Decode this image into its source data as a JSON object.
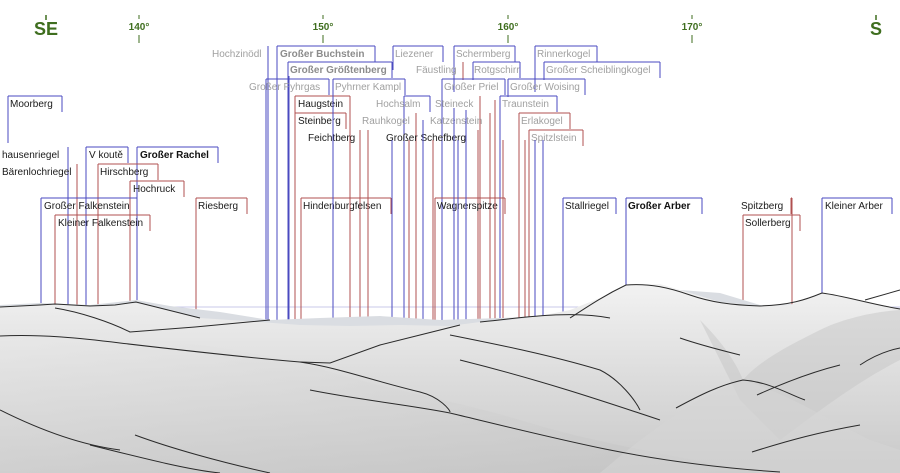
{
  "panorama": {
    "compass": [
      {
        "label": "SE",
        "azimuth": 135,
        "major": true
      },
      {
        "label": "140°",
        "azimuth": 140,
        "major": false
      },
      {
        "label": "150°",
        "azimuth": 150,
        "major": false
      },
      {
        "label": "160°",
        "azimuth": 160,
        "major": false
      },
      {
        "label": "170°",
        "azimuth": 170,
        "major": false
      },
      {
        "label": "S",
        "azimuth": 180,
        "major": true
      }
    ],
    "colors": {
      "compass": "#3f6e1f",
      "visible_peak_line": "#4a4ac0",
      "hidden_peak_line": "#b05050",
      "horizon_line": "#c8c8e8",
      "terrain_light": "#ececec",
      "terrain_dark": "#bdbdbd",
      "ridge": "#2a2a2a"
    },
    "peaks": [
      {
        "name": "Hochzinödl",
        "visible": true,
        "faded": true,
        "bold": false
      },
      {
        "name": "Großer Buchstein",
        "visible": true,
        "faded": true,
        "bold": true
      },
      {
        "name": "Liezener",
        "visible": true,
        "faded": true,
        "bold": false
      },
      {
        "name": "Schermberg",
        "visible": true,
        "faded": true,
        "bold": false
      },
      {
        "name": "Rinnerkogel",
        "visible": true,
        "faded": true,
        "bold": false
      },
      {
        "name": "Großer Größtenberg",
        "visible": true,
        "faded": true,
        "bold": true
      },
      {
        "name": "Fäustling",
        "visible": false,
        "faded": true,
        "bold": false
      },
      {
        "name": "Rotgschirr",
        "visible": true,
        "faded": true,
        "bold": false
      },
      {
        "name": "Großer Scheiblingkogel",
        "visible": true,
        "faded": true,
        "bold": false
      },
      {
        "name": "Großer Pyhrgas",
        "visible": true,
        "faded": true,
        "bold": false
      },
      {
        "name": "Pyhrner Kampl",
        "visible": true,
        "faded": true,
        "bold": false
      },
      {
        "name": "Großer Priel",
        "visible": true,
        "faded": true,
        "bold": false
      },
      {
        "name": "Großer Woising",
        "visible": true,
        "faded": true,
        "bold": false
      },
      {
        "name": "Moorberg",
        "visible": true,
        "faded": false,
        "bold": false
      },
      {
        "name": "Haugstein",
        "visible": false,
        "faded": false,
        "bold": false
      },
      {
        "name": "Hochsalm",
        "visible": true,
        "faded": true,
        "bold": false
      },
      {
        "name": "Steineck",
        "visible": false,
        "faded": true,
        "bold": false
      },
      {
        "name": "Traunstein",
        "visible": true,
        "faded": true,
        "bold": false
      },
      {
        "name": "Steinberg",
        "visible": false,
        "faded": false,
        "bold": false
      },
      {
        "name": "Rauhkogel",
        "visible": false,
        "faded": true,
        "bold": false
      },
      {
        "name": "Katzenstein",
        "visible": false,
        "faded": true,
        "bold": false
      },
      {
        "name": "Erlakogel",
        "visible": false,
        "faded": true,
        "bold": false
      },
      {
        "name": "Feichtberg",
        "visible": false,
        "faded": false,
        "bold": false
      },
      {
        "name": "Großer Schefberg",
        "visible": false,
        "faded": false,
        "bold": false
      },
      {
        "name": "Spitzlstein",
        "visible": false,
        "faded": true,
        "bold": false
      },
      {
        "name": "hausenriegel",
        "visible": true,
        "faded": false,
        "bold": false
      },
      {
        "name": "V koutě",
        "visible": true,
        "faded": false,
        "bold": false
      },
      {
        "name": "Großer Rachel",
        "visible": true,
        "faded": false,
        "bold": true
      },
      {
        "name": "Bärenlochriegel",
        "visible": false,
        "faded": false,
        "bold": false
      },
      {
        "name": "Hirschberg",
        "visible": false,
        "faded": false,
        "bold": false
      },
      {
        "name": "Hochruck",
        "visible": false,
        "faded": false,
        "bold": false
      },
      {
        "name": "Großer Falkenstein",
        "visible": true,
        "faded": false,
        "bold": false
      },
      {
        "name": "Riesberg",
        "visible": false,
        "faded": false,
        "bold": false
      },
      {
        "name": "Hindenburgfelsen",
        "visible": false,
        "faded": false,
        "bold": false
      },
      {
        "name": "Wagnerspitze",
        "visible": false,
        "faded": false,
        "bold": false
      },
      {
        "name": "Stallriegel",
        "visible": true,
        "faded": false,
        "bold": false
      },
      {
        "name": "Großer Arber",
        "visible": true,
        "faded": false,
        "bold": true
      },
      {
        "name": "Spitzberg",
        "visible": false,
        "faded": false,
        "bold": false
      },
      {
        "name": "Kleiner Arber",
        "visible": true,
        "faded": false,
        "bold": false
      },
      {
        "name": "Kleiner Falkenstein",
        "visible": false,
        "faded": false,
        "bold": false
      },
      {
        "name": "Sollerberg",
        "visible": false,
        "faded": false,
        "bold": false
      }
    ]
  }
}
